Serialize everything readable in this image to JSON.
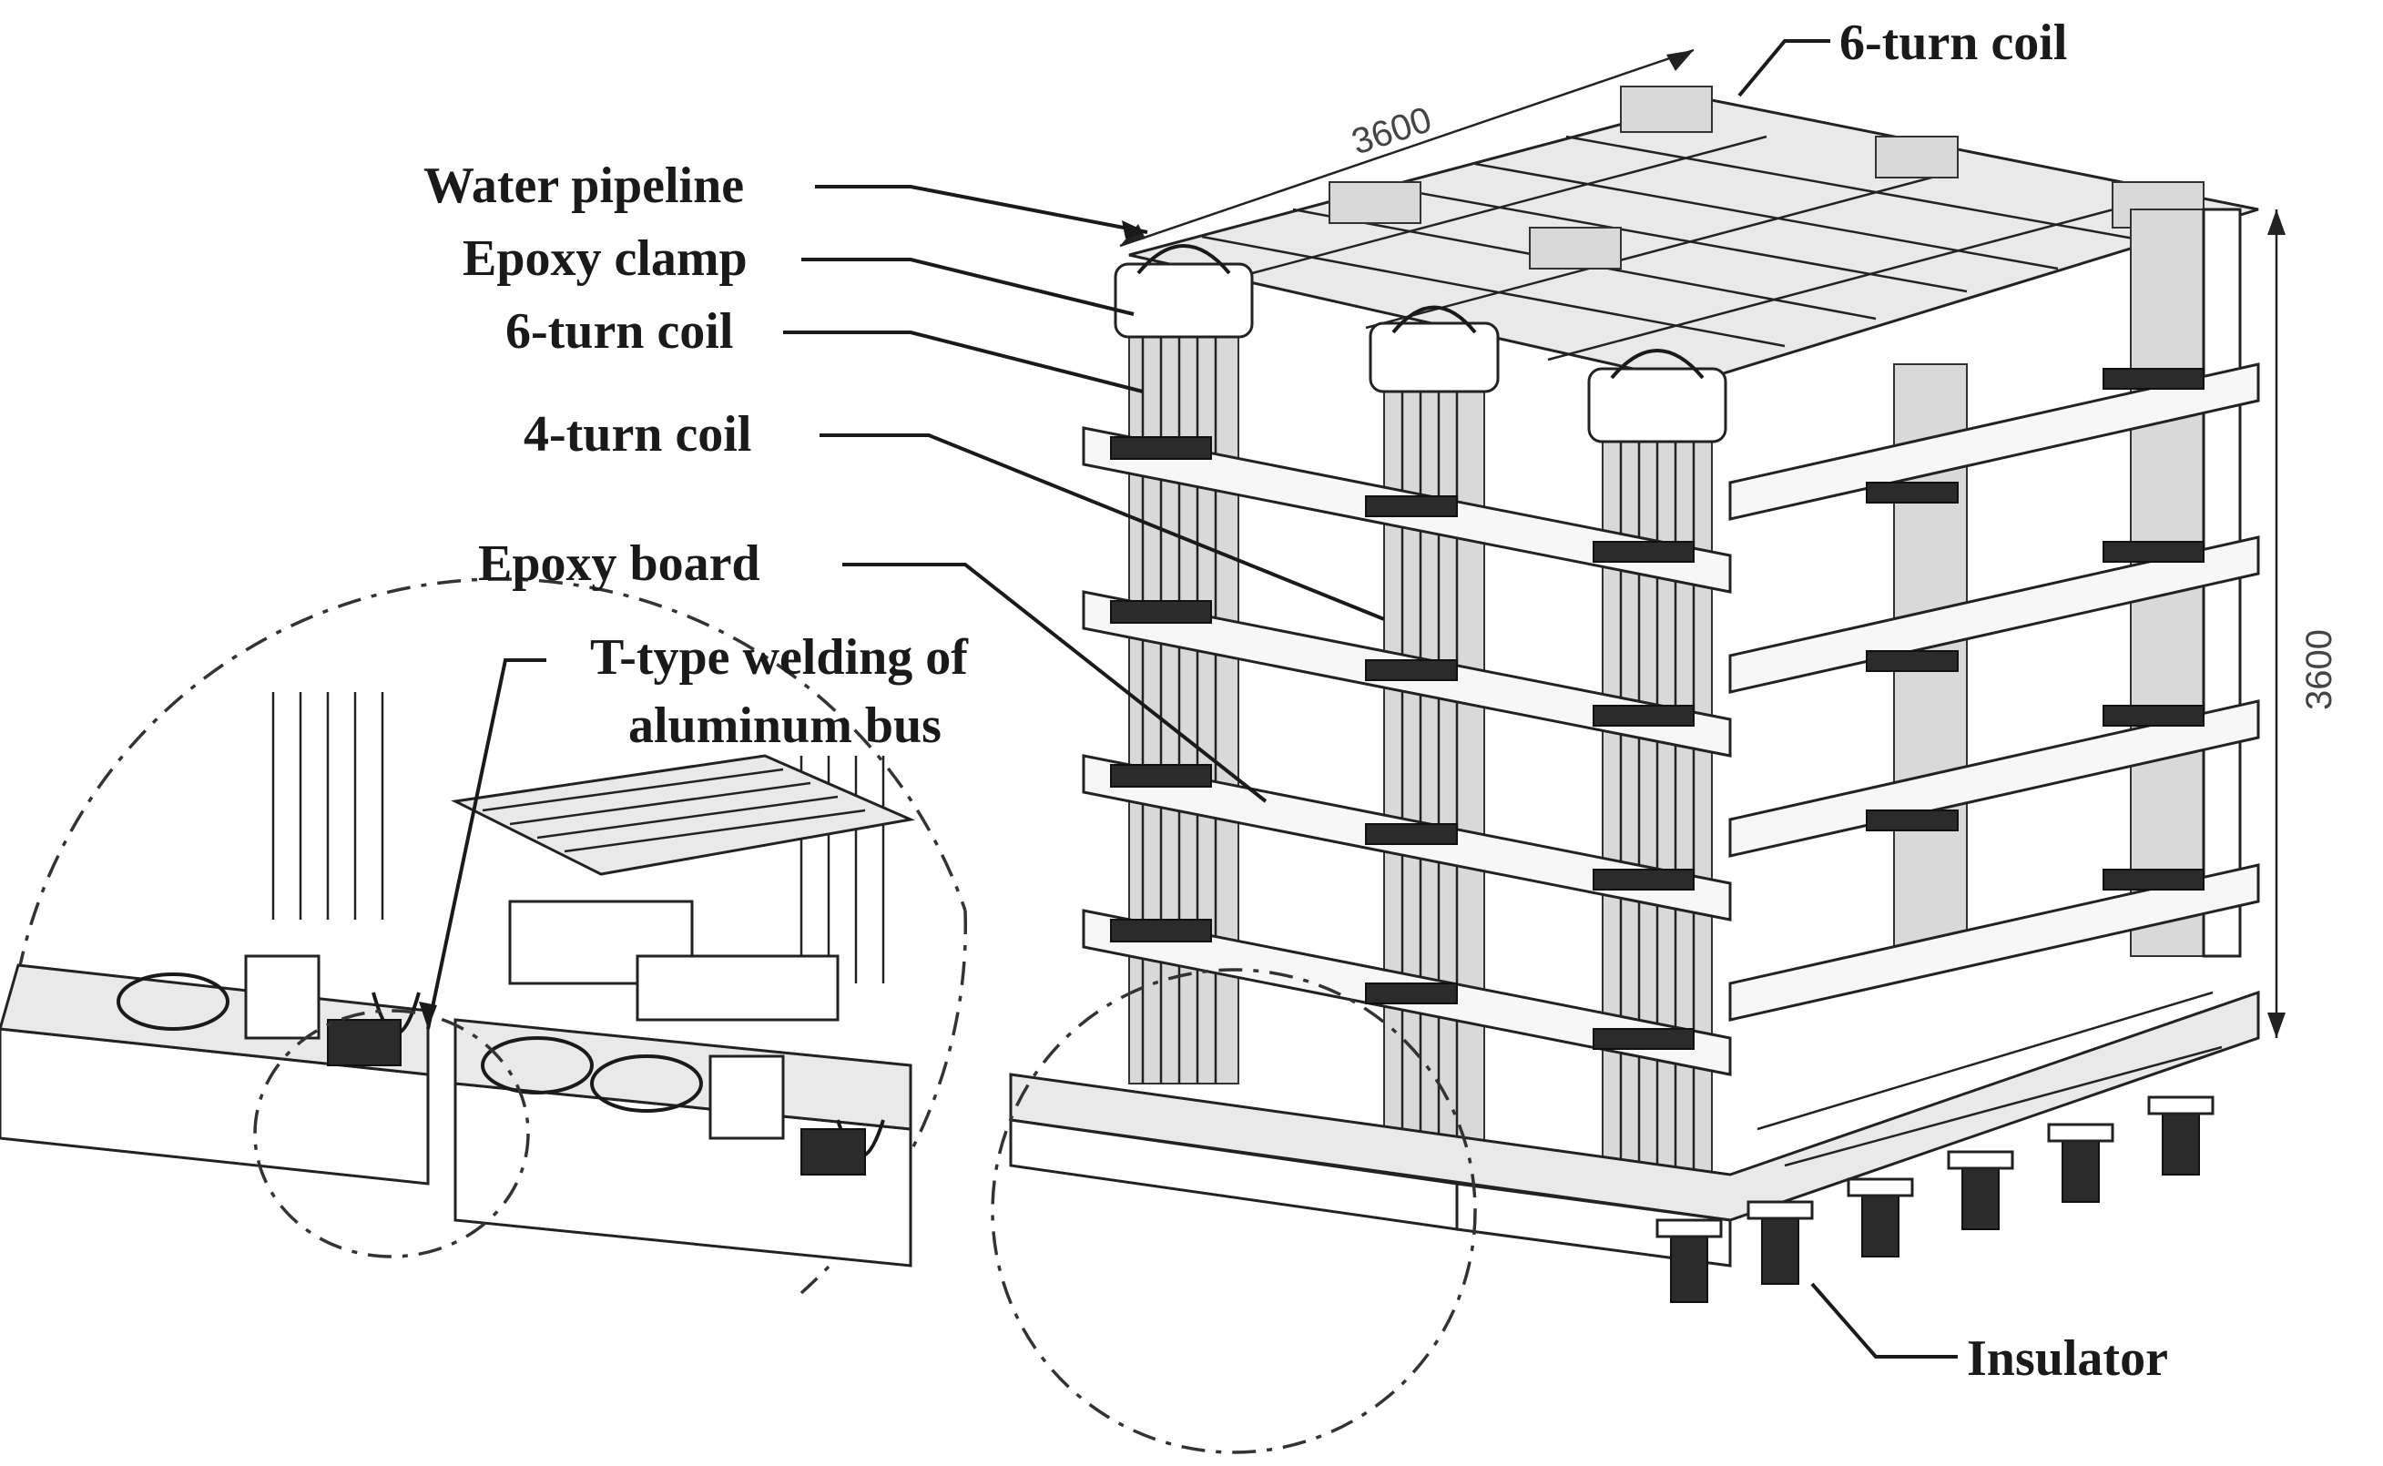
{
  "figure": {
    "labels": {
      "water_pipeline": "Water pipeline",
      "epoxy_clamp": "Epoxy clamp",
      "six_turn_coil_left": "6-turn coil",
      "four_turn_coil": "4-turn coil",
      "epoxy_board": "Epoxy board",
      "t_type_welding_line1": "T-type welding of",
      "t_type_welding_line2": "aluminum bus",
      "six_turn_coil_top": "6-turn coil",
      "insulator": "Insulator"
    },
    "dimensions": {
      "width": "3600",
      "height": "3600"
    }
  }
}
